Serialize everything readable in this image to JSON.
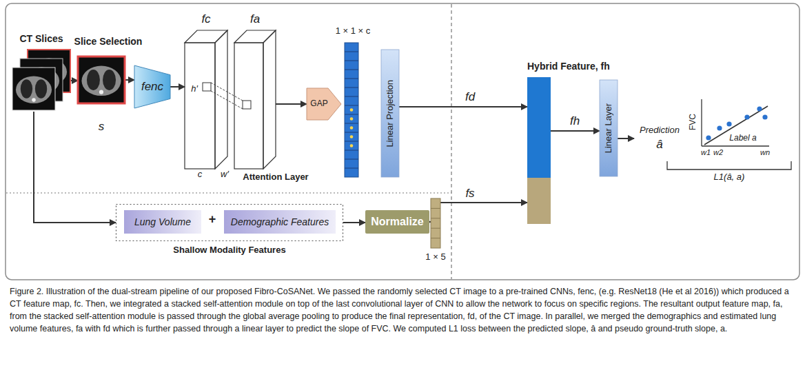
{
  "diagram": {
    "caption": "Figure 2. Illustration of the dual-stream pipeline of our proposed Fibro-CoSANet. We passed the randomly selected CT image to a pre-trained CNNs, fenc, (e.g. ResNet18 (He et al 2016)) which produced a CT feature map, fc. Then, we integrated a stacked self-attention module on top of the last convolutional layer of CNN to allow the network to focus on specific regions. The resultant output feature map, fa, from the stacked self-attention module is passed through the global average pooling to produce the final representation, fd, of the CT image. In parallel, we merged the demographics and estimated lung volume features, fa with fd which is further passed through a linear layer to predict the slope of FVC. We computed L1 loss between the predicted slope, â and pseudo ground-truth slope, a.",
    "nodes": [
      {
        "text": [
          "CT Slices"
        ]
      },
      {
        "text": [
          "Slice Selection",
          "s"
        ]
      },
      {
        "text": [
          "fenc"
        ]
      },
      {
        "text": [
          "fc"
        ]
      },
      {
        "text": [
          "fa"
        ]
      },
      {
        "text": [
          "GAP"
        ]
      },
      {
        "text": [
          "1 × 1 × c"
        ]
      },
      {
        "text": [
          "Linear Projection"
        ]
      },
      {
        "text": [
          "Hybrid Feature, fh"
        ]
      },
      {
        "text": [
          "Linear Layer"
        ]
      },
      {
        "text": [
          "Prediction",
          "â"
        ]
      },
      {
        "text": [
          "FVC",
          "Label a"
        ]
      },
      {
        "text": [
          "Shallow Modality Features"
        ]
      },
      {
        "text": [
          "Lung Volume"
        ],
        "in": 12
      },
      {
        "text": [
          "Demographic Features"
        ],
        "in": 12
      },
      {
        "text": [
          "Normalize"
        ]
      },
      {
        "text": [
          "1 × 5"
        ]
      }
    ],
    "edges": [
      {
        "from": 0,
        "to": 1,
        "arrow": "to"
      },
      {
        "from": 1,
        "to": 2,
        "arrow": "to"
      },
      {
        "from": 2,
        "to": 3,
        "arrow": "to"
      },
      {
        "from": 4,
        "to": 5,
        "arrow": "to"
      },
      {
        "from": 0,
        "to": 12,
        "arrow": "to"
      },
      {
        "from": 12,
        "to": 15,
        "arrow": "to"
      },
      {
        "from": 15,
        "to": 16,
        "arrow": "to"
      },
      {
        "from": 7,
        "to": 8,
        "arrow": "to",
        "label": "fd"
      },
      {
        "from": 16,
        "to": 8,
        "arrow": "to",
        "label": "fs"
      },
      {
        "from": 8,
        "to": 9,
        "arrow": "to",
        "label": "fh"
      },
      {
        "from": 9,
        "to": 10,
        "arrow": "to"
      }
    ],
    "labels": [
      "h′",
      "w′",
      "c",
      "Attention Layer",
      "+",
      "w1",
      "w2",
      "wn",
      "L1(â, a)"
    ]
  }
}
